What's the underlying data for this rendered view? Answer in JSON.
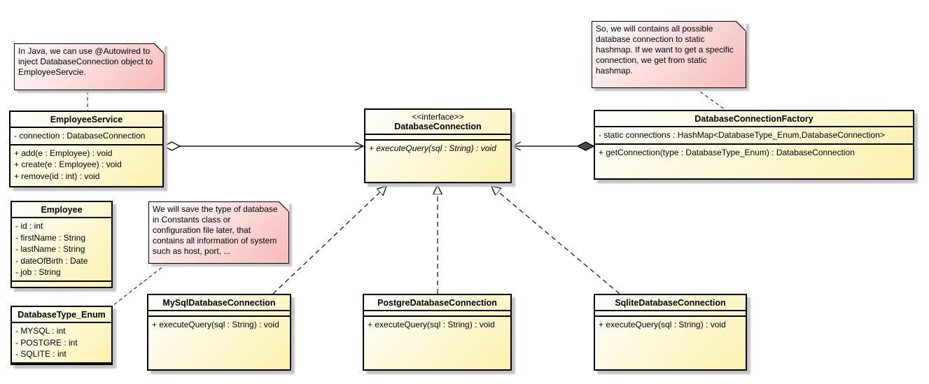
{
  "diagram": {
    "kind": "uml-class-diagram"
  },
  "colors": {
    "class_fill_start": "#ffffff",
    "class_fill_end": "#fbf1ae",
    "note_fill_start": "#ffffff",
    "note_fill_end": "#f7b9b9",
    "border_color": "#000000",
    "shadow_color": "#c4c4c4",
    "line_color": "#1a1a1a",
    "composition_fill": "#4a4a4a"
  },
  "notes": {
    "autowired": {
      "text": "In Java, we can use @Autowired to inject DatabaseConnection object to EmployeeServcie."
    },
    "factory": {
      "text": "So, we will contains all possible database connection to static hashmap. If we want to get a specific connection, we get from static hashmap."
    },
    "constants": {
      "text": "We will save the type of database in Constants class or configuration file later, that contains all information of system such as host, port, ..."
    }
  },
  "classes": {
    "employeeService": {
      "name": "EmployeeService",
      "attributes": [
        "- connection : DatabaseConnection"
      ],
      "methods": [
        "+ add(e : Employee) : void",
        "+ create(e : Employee) : void",
        "+ remove(id : int) : void"
      ]
    },
    "databaseConnection": {
      "stereotype": "<<interface>>",
      "name": "DatabaseConnection",
      "methods": [
        "+ executeQuery(sql : String) : void"
      ]
    },
    "databaseConnectionFactory": {
      "name": "DatabaseConnectionFactory",
      "attributes": [
        "- static connections : HashMap<DatabaseType_Enum,DatabaseConnection>"
      ],
      "methods": [
        "+ getConnection(type : DatabaseType_Enum) : DatabaseConnection"
      ]
    },
    "employee": {
      "name": "Employee",
      "attributes": [
        "- id : int",
        "- firstName : String",
        "- lastName : String",
        "- dateOfBirth : Date",
        "- job : String"
      ]
    },
    "databaseTypeEnum": {
      "name": "DatabaseType_Enum",
      "attributes": [
        "- MYSQL : int",
        "- POSTGRE : int",
        "- SQLITE : int"
      ]
    },
    "mySqlDatabaseConnection": {
      "name": "MySqlDatabaseConnection",
      "methods": [
        "+ executeQuery(sql : String) : void"
      ]
    },
    "postgreDatabaseConnection": {
      "name": "PostgreDatabaseConnection",
      "methods": [
        "+ executeQuery(sql : String) : void"
      ]
    },
    "sqliteDatabaseConnection": {
      "name": "SqliteDatabaseConnection",
      "methods": [
        "+ executeQuery(sql : String) : void"
      ]
    }
  },
  "relationships": {
    "aggregation": "EmployeeService o-> DatabaseConnection",
    "composition": "DatabaseConnectionFactory *-> DatabaseConnection",
    "realizations": [
      "MySqlDatabaseConnection ..|> DatabaseConnection",
      "PostgreDatabaseConnection ..|> DatabaseConnection",
      "SqliteDatabaseConnection ..|> DatabaseConnection"
    ]
  }
}
